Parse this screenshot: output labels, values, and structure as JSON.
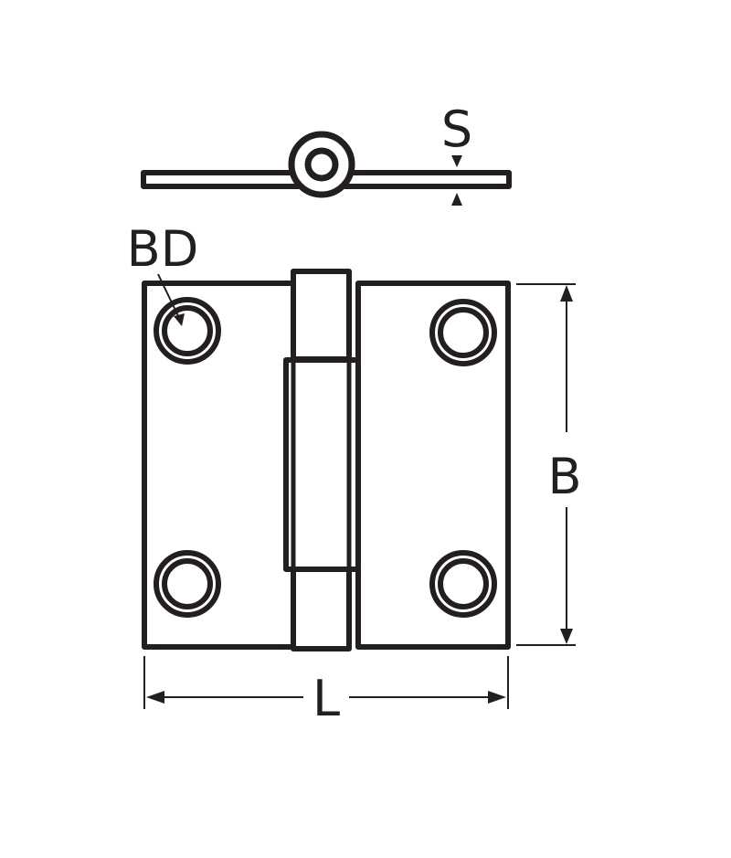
{
  "diagram": {
    "type": "technical drawing",
    "subject": "butt hinge",
    "colors": {
      "stroke": "#231f20",
      "background": "#ffffff"
    },
    "views": {
      "top_view": {
        "dimension_label": "S",
        "meaning": "leaf thickness"
      },
      "front_view": {
        "hole_label": "BD",
        "height_label": "B",
        "length_label": "L",
        "hole_count": 4
      }
    }
  }
}
